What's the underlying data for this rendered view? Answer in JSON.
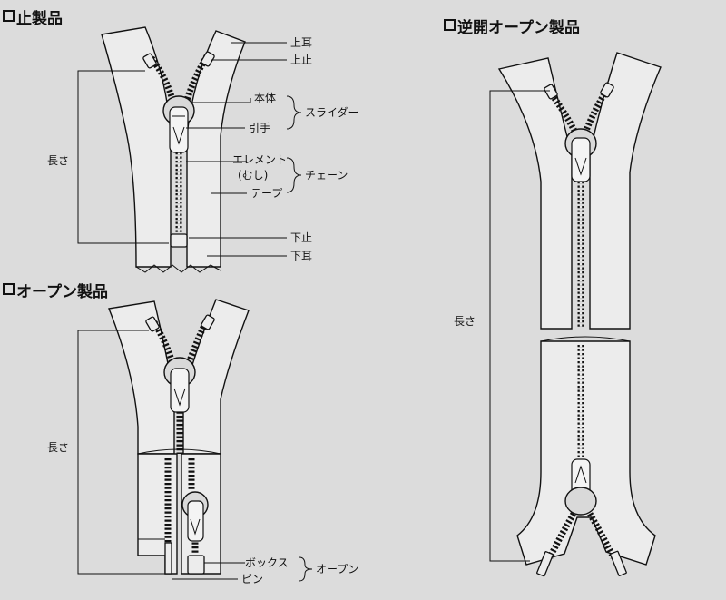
{
  "titles": {
    "closed": "止製品",
    "open": "オープン製品",
    "reverse": "逆開オープン製品"
  },
  "labels": {
    "top_end": "上耳",
    "top_stop": "上止",
    "body": "本体",
    "pull_tab": "引手",
    "slider": "スライダー",
    "element": "エレメント",
    "element_sub": "(むし)",
    "chain": "チェーン",
    "tape": "テープ",
    "bottom_stop": "下止",
    "bottom_end": "下耳",
    "box": "ボックス",
    "pin": "ピン",
    "open_part": "オープン",
    "length": "長さ"
  },
  "colors": {
    "ink": "#111111",
    "paper": "#dcdcdc",
    "tape": "#ececec"
  }
}
